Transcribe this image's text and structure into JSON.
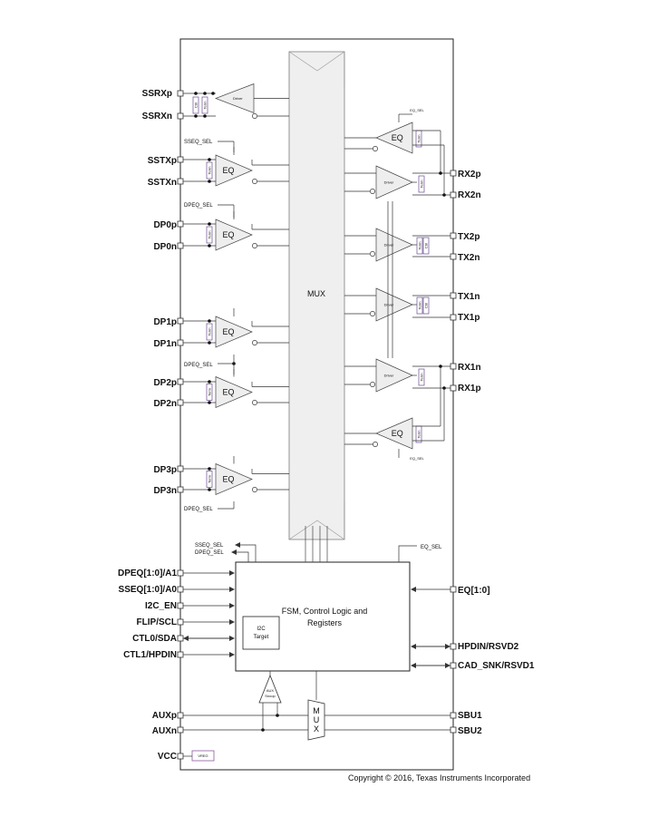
{
  "pins_left": [
    "SSRXp",
    "SSRXn",
    "SSTXp",
    "SSTXn",
    "DP0p",
    "DP0n",
    "DP1p",
    "DP1n",
    "DP2p",
    "DP2n",
    "DP3p",
    "DP3n"
  ],
  "pins_right": [
    "RX2p",
    "RX2n",
    "TX2p",
    "TX2n",
    "TX1n",
    "TX1p",
    "RX1n",
    "RX1p"
  ],
  "control_left": [
    "DPEQ[1:0]/A1",
    "SSEQ[1:0]/A0",
    "I2C_EN",
    "FLIP/SCL",
    "CTL0/SDA",
    "CTL1/HPDIN"
  ],
  "control_right": [
    "EQ[1:0]",
    "HPDIN/RSVD2",
    "CAD_SNK/RSVD1"
  ],
  "aux_left": [
    "AUXp",
    "AUXn"
  ],
  "aux_right": [
    "SBU1",
    "SBU2"
  ],
  "vcc": "VCC",
  "vreg": "VREG",
  "mux": "MUX",
  "mux_small": [
    "M",
    "U",
    "X"
  ],
  "eq": "EQ",
  "driver": "Driver",
  "term": "Term",
  "ctrl_tag": "Ctrl",
  "ssq_sel": "SSEQ_SEL",
  "dpeq_sel": "DPEQ_SEL",
  "eq_sel": "EQ_SEL",
  "fsm": [
    "FSM, Control Logic and",
    "Registers"
  ],
  "i2c": [
    "I2C",
    "Target"
  ],
  "aux_comp": [
    "AUX",
    "Snoop"
  ],
  "copyright": "Copyright © 2016, Texas Instruments Incorporated"
}
